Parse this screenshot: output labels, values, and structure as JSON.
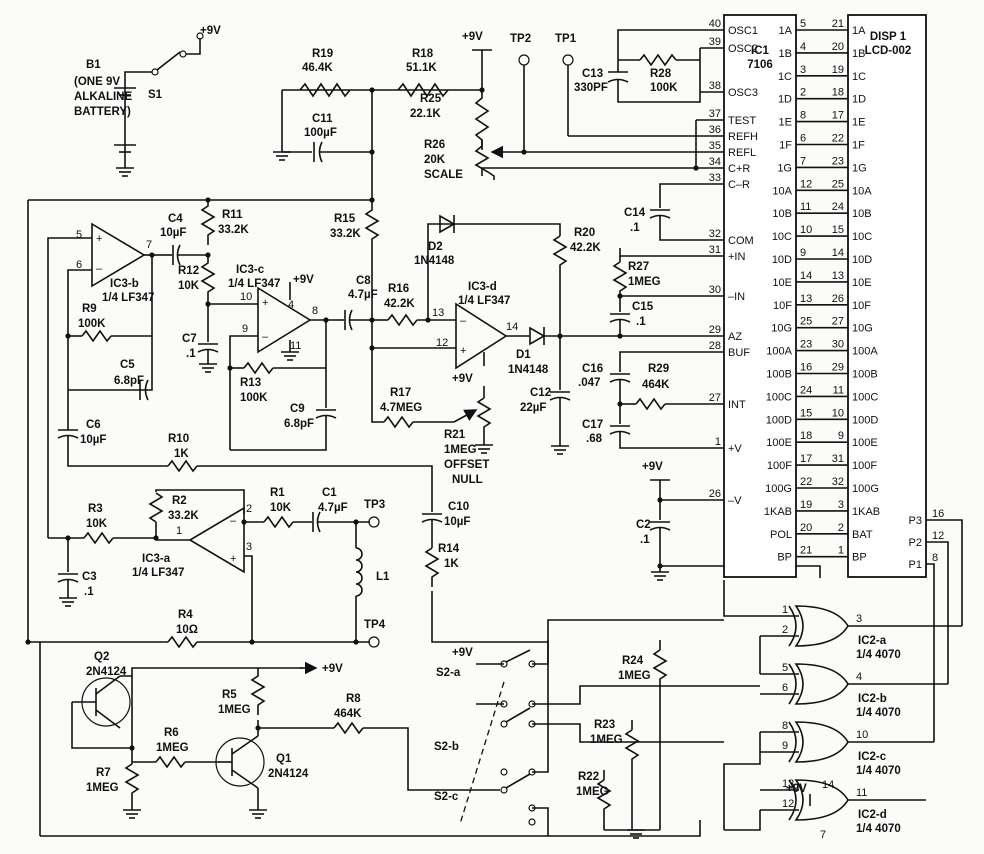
{
  "ic1": {
    "name": "IC1",
    "part": "7106",
    "left_pins": [
      {
        "num": "40",
        "label": "OSC1"
      },
      {
        "num": "39",
        "label": "OSC2"
      },
      {
        "num": "38",
        "label": "OSC3"
      },
      {
        "num": "37",
        "label": "TEST"
      },
      {
        "num": "36",
        "label": "REFH"
      },
      {
        "num": "35",
        "label": "REFL"
      },
      {
        "num": "34",
        "label": "C+R"
      },
      {
        "num": "33",
        "label": "C–R"
      },
      {
        "num": "32",
        "label": "COM"
      },
      {
        "num": "31",
        "label": "+IN"
      },
      {
        "num": "30",
        "label": "–IN"
      },
      {
        "num": "29",
        "label": "AZ"
      },
      {
        "num": "28",
        "label": "BUF"
      },
      {
        "num": "27",
        "label": "INT"
      },
      {
        "num": "1",
        "label": "+V"
      },
      {
        "num": "26",
        "label": "–V"
      }
    ],
    "right_pins": [
      {
        "label": "1A",
        "num": "5"
      },
      {
        "label": "1B",
        "num": "4"
      },
      {
        "label": "1C",
        "num": "3"
      },
      {
        "label": "1D",
        "num": "2"
      },
      {
        "label": "1E",
        "num": "8"
      },
      {
        "label": "1F",
        "num": "6"
      },
      {
        "label": "1G",
        "num": "7"
      },
      {
        "label": "10A",
        "num": "12"
      },
      {
        "label": "10B",
        "num": "11"
      },
      {
        "label": "10C",
        "num": "10"
      },
      {
        "label": "10D",
        "num": "9"
      },
      {
        "label": "10E",
        "num": "14"
      },
      {
        "label": "10F",
        "num": "13"
      },
      {
        "label": "10G",
        "num": "25"
      },
      {
        "label": "100A",
        "num": "23"
      },
      {
        "label": "100B",
        "num": "16"
      },
      {
        "label": "100C",
        "num": "24"
      },
      {
        "label": "100D",
        "num": "15"
      },
      {
        "label": "100E",
        "num": "18"
      },
      {
        "label": "100F",
        "num": "17"
      },
      {
        "label": "100G",
        "num": "22"
      },
      {
        "label": "1KAB",
        "num": "19"
      },
      {
        "label": "POL",
        "num": "20"
      },
      {
        "label": "BP",
        "num": "21"
      }
    ]
  },
  "disp1": {
    "name": "DISP 1",
    "part": "LCD-002",
    "pins": [
      {
        "num": "21",
        "label": "1A"
      },
      {
        "num": "20",
        "label": "1B"
      },
      {
        "num": "19",
        "label": "1C"
      },
      {
        "num": "18",
        "label": "1D"
      },
      {
        "num": "17",
        "label": "1E"
      },
      {
        "num": "22",
        "label": "1F"
      },
      {
        "num": "23",
        "label": "1G"
      },
      {
        "num": "25",
        "label": "10A"
      },
      {
        "num": "24",
        "label": "10B"
      },
      {
        "num": "15",
        "label": "10C"
      },
      {
        "num": "14",
        "label": "10D"
      },
      {
        "num": "13",
        "label": "10E"
      },
      {
        "num": "26",
        "label": "10F"
      },
      {
        "num": "27",
        "label": "10G"
      },
      {
        "num": "30",
        "label": "100A"
      },
      {
        "num": "29",
        "label": "100B"
      },
      {
        "num": "11",
        "label": "100C"
      },
      {
        "num": "10",
        "label": "100D"
      },
      {
        "num": "9",
        "label": "100E"
      },
      {
        "num": "31",
        "label": "100F"
      },
      {
        "num": "32",
        "label": "100G"
      },
      {
        "num": "3",
        "label": "1KAB"
      },
      {
        "num": "2",
        "label": "BAT"
      },
      {
        "num": "1",
        "label": "BP"
      }
    ],
    "right_pins": [
      {
        "label": "P3",
        "num": "16"
      },
      {
        "label": "P2",
        "num": "12"
      },
      {
        "label": "P1",
        "num": "8"
      }
    ]
  },
  "xor_gates": [
    {
      "name": "IC2-a",
      "part": "1/4 4070",
      "in1": "1",
      "in2": "2",
      "out": "3"
    },
    {
      "name": "IC2-b",
      "part": "1/4 4070",
      "in1": "5",
      "in2": "6",
      "out": "4"
    },
    {
      "name": "IC2-c",
      "part": "1/4 4070",
      "in1": "8",
      "in2": "9",
      "out": "10"
    },
    {
      "name": "IC2-d",
      "part": "1/4 4070",
      "in1": "13",
      "in2": "12",
      "out": "11"
    }
  ],
  "xor_extra": {
    "vcc": "+9V",
    "vcc_pin": "14",
    "gnd_pin": "7"
  },
  "labels": {
    "b1_name": "B1",
    "b1_line2": "(ONE 9V",
    "b1_line3": "ALKALINE",
    "b1_line4": "BATTERY)",
    "s1": "S1",
    "vpos_s1": "+9V",
    "r19": "R19",
    "r19v": "46.4K",
    "r18": "R18",
    "r18v": "51.1K",
    "vpos_top": "+9V",
    "tp2": "TP2",
    "tp1": "TP1",
    "c13": "C13",
    "c13v": "330PF",
    "r28": "R28",
    "r28v": "100K",
    "c11": "C11",
    "c11v": "100µF",
    "r25": "R25",
    "r25v": "22.1K",
    "r26": "R26",
    "r26v": "20K",
    "r26c": "SCALE",
    "r11": "R11",
    "r11v": "33.2K",
    "r15": "R15",
    "r15v": "33.2K",
    "c4": "C4",
    "c4v": "10µF",
    "ic3b": "IC3-b",
    "ic3b_part": "1/4 LF347",
    "ic3b_p5": "5",
    "ic3b_p6": "6",
    "ic3b_p7": "7",
    "r12": "R12",
    "r12v": "10K",
    "ic3c": "IC3-c",
    "ic3c_part": "1/4 LF347",
    "ic3c_vcc": "+9V",
    "ic3c_p4": "4",
    "ic3c_p10": "10",
    "ic3c_p9": "9",
    "ic3c_p8": "8",
    "ic3c_p11": "11",
    "c8": "C8",
    "c8v": "4.7µF",
    "d2": "D2",
    "d2v": "1N4148",
    "r20": "R20",
    "r20v": "42.2K",
    "r16": "R16",
    "r16v": "42.2K",
    "ic3d": "IC3-d",
    "ic3d_part": "1/4 LF347",
    "ic3d_p13": "13",
    "ic3d_p12": "12",
    "ic3d_p14": "14",
    "ic3d_vcc": "+9V",
    "d1": "D1",
    "d1v": "1N4148",
    "r27": "R27",
    "r27v": "1MEG",
    "c14": "C14",
    "c14v": ".1",
    "c15": "C15",
    "c15v": ".1",
    "r9": "R9",
    "r9v": "100K",
    "c5": "C5",
    "c5v": "6.8pF",
    "c7": "C7",
    "c7v": ".1",
    "r13": "R13",
    "r13v": "100K",
    "c9": "C9",
    "c9v": "6.8pF",
    "r17": "R17",
    "r17v": "4.7MEG",
    "r21": "R21",
    "r21v": "1MEG",
    "r21c1": "OFFSET",
    "r21c2": "NULL",
    "c12": "C12",
    "c12v": "22µF",
    "c16": "C16",
    "c16v": ".047",
    "r29": "R29",
    "r29v": "464K",
    "c17": "C17",
    "c17v": ".68",
    "c6": "C6",
    "c6v": "10µF",
    "r10": "R10",
    "r10v": "1K",
    "c10": "C10",
    "c10v": "10µF",
    "r14": "R14",
    "r14v": "1K",
    "vpos_c2": "+9V",
    "c2": "C2",
    "c2v": ".1",
    "r3": "R3",
    "r3v": "10K",
    "r2": "R2",
    "r2v": "33.2K",
    "ic3a": "IC3-a",
    "ic3a_part": "1/4 LF347",
    "ic3a_p1": "1",
    "ic3a_p2": "2",
    "ic3a_p3": "3",
    "r1": "R1",
    "r1v": "10K",
    "c1": "C1",
    "c1v": "4.7µF",
    "tp3": "TP3",
    "tp4": "TP4",
    "l1": "L1",
    "c3": "C3",
    "c3v": ".1",
    "r4": "R4",
    "r4v": "10Ω",
    "q2": "Q2",
    "q2v": "2N4124",
    "vpos_q": "+9V",
    "r5": "R5",
    "r5v": "1MEG",
    "r8": "R8",
    "r8v": "464K",
    "r6": "R6",
    "r6v": "1MEG",
    "q1": "Q1",
    "q1v": "2N4124",
    "r7": "R7",
    "r7v": "1MEG",
    "vpos_s2": "+9V",
    "s2a": "S2-a",
    "s2b": "S2-b",
    "s2c": "S2-c",
    "r24": "R24",
    "r24v": "1MEG",
    "r23": "R23",
    "r23v": "1MEG",
    "r22": "R22",
    "r22v": "1MEG"
  }
}
